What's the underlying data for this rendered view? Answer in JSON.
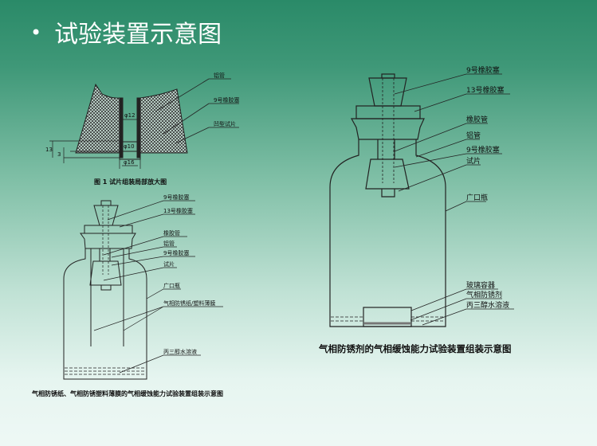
{
  "slide": {
    "bullet": "•",
    "title": "试验装置示意图"
  },
  "figure1": {
    "labels": [
      "铝管",
      "9号橡胶塞",
      "凹型试片"
    ],
    "dims": [
      "φ12",
      "φ10",
      "φ16",
      "13",
      "3"
    ],
    "caption": "图 1   试片组装局部放大图"
  },
  "figure2": {
    "labels": [
      "9号橡胶塞",
      "13号橡胶塞",
      "橡胶管",
      "铝管",
      "9号橡胶塞",
      "试片",
      "广口瓶",
      "气相防锈纸/塑料薄膜",
      "丙三醇水溶液"
    ],
    "caption": "气相防锈纸、气相防锈塑料薄膜的气相缓蚀能力试验装置组装示意图"
  },
  "figure3": {
    "labels": [
      "9号橡胶塞",
      "13号橡胶塞",
      "橡胶管",
      "铝管",
      "9号橡胶塞",
      "试片",
      "广口瓶",
      "玻璃容器",
      "气相防锈剂",
      "丙三醇水溶液"
    ],
    "caption": "气相防锈剂的气相缓蚀能力试验装置组装示意图"
  }
}
